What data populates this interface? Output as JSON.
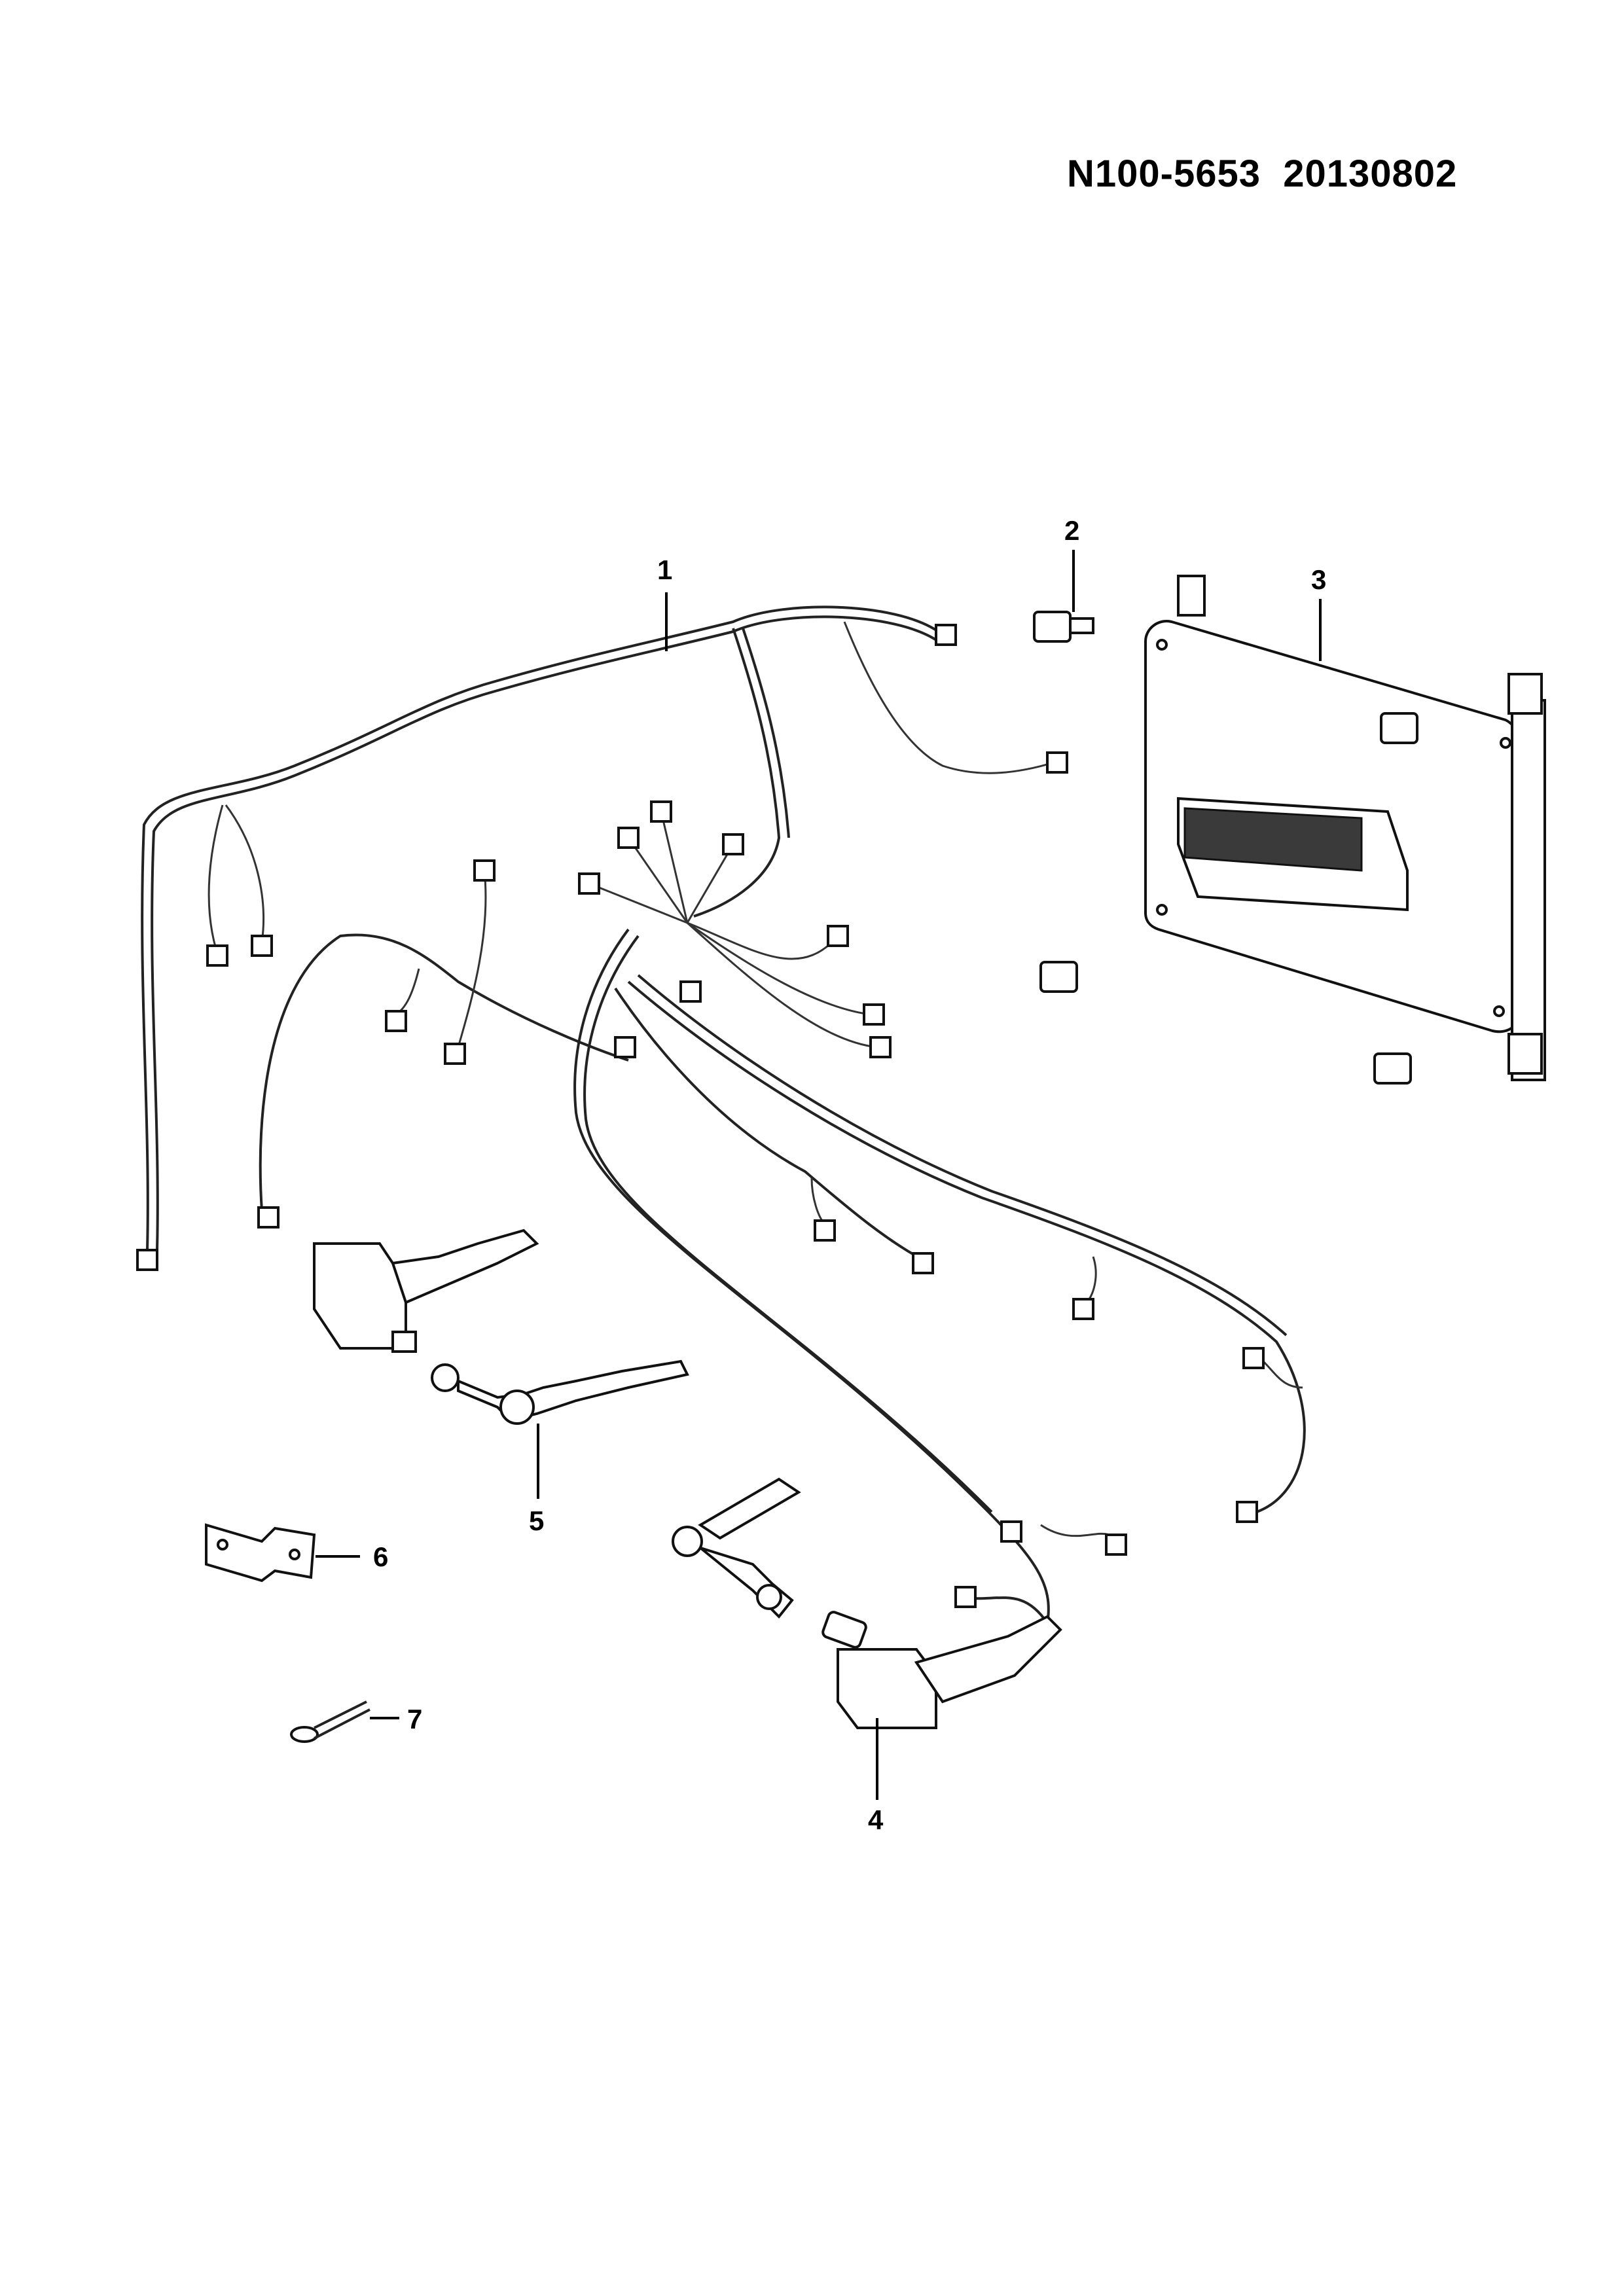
{
  "header": {
    "code": "N100-5653",
    "date": "20130802"
  },
  "callouts": [
    {
      "id": "1",
      "label": "1"
    },
    {
      "id": "2",
      "label": "2"
    },
    {
      "id": "3",
      "label": "3"
    },
    {
      "id": "4",
      "label": "4"
    },
    {
      "id": "5",
      "label": "5"
    },
    {
      "id": "6",
      "label": "6"
    },
    {
      "id": "7",
      "label": "7"
    }
  ]
}
